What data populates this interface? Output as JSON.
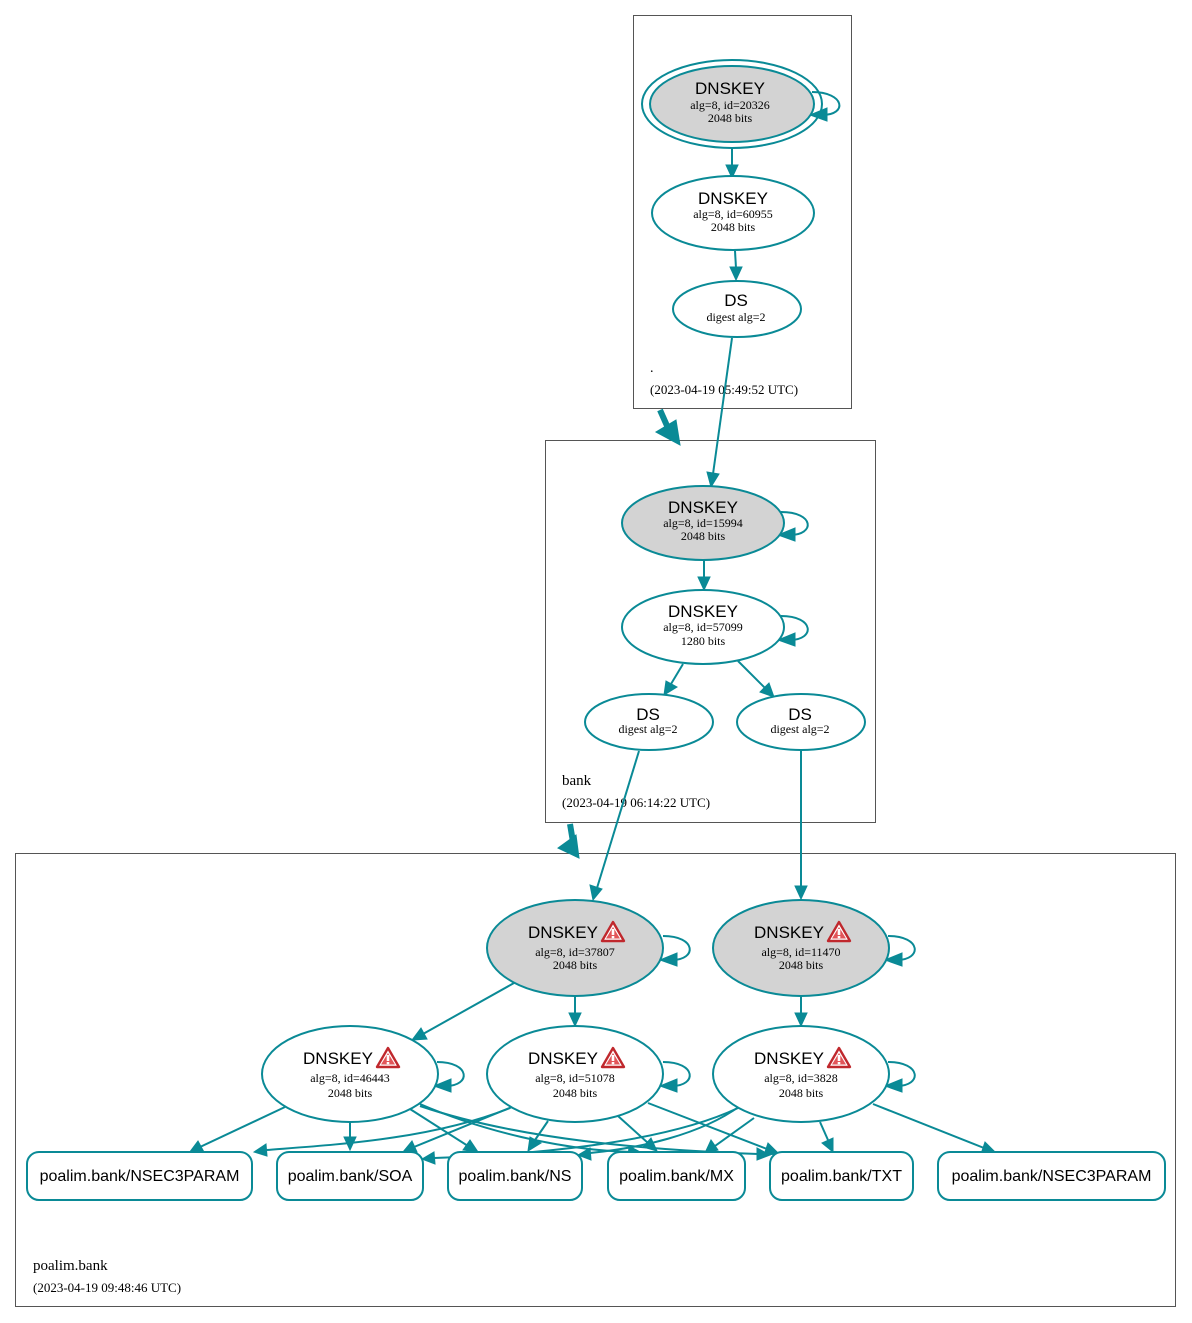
{
  "colors": {
    "edge": "#0a8a96",
    "ksk_fill": "#d3d3d3",
    "zone_border": "#555555",
    "warning": "#c0282d"
  },
  "zones": {
    "root": {
      "name": ".",
      "timestamp": "(2023-04-19 05:49:52 UTC)"
    },
    "bank": {
      "name": "bank",
      "timestamp": "(2023-04-19 06:14:22 UTC)"
    },
    "poalim": {
      "name": "poalim.bank",
      "timestamp": "(2023-04-19 09:48:46 UTC)"
    }
  },
  "nodes": {
    "root_ksk": {
      "title": "DNSKEY",
      "line1": "alg=8, id=20326",
      "line2": "2048 bits"
    },
    "root_zsk": {
      "title": "DNSKEY",
      "line1": "alg=8, id=60955",
      "line2": "2048 bits"
    },
    "root_ds": {
      "title": "DS",
      "line1": "digest alg=2"
    },
    "bank_ksk": {
      "title": "DNSKEY",
      "line1": "alg=8, id=15994",
      "line2": "2048 bits"
    },
    "bank_zsk": {
      "title": "DNSKEY",
      "line1": "alg=8, id=57099",
      "line2": "1280 bits"
    },
    "bank_ds1": {
      "title": "DS",
      "line1": "digest alg=2"
    },
    "bank_ds2": {
      "title": "DS",
      "line1": "digest alg=2"
    },
    "poalim_ksk1": {
      "title": "DNSKEY",
      "line1": "alg=8, id=37807",
      "line2": "2048 bits",
      "warning": "warning-icon"
    },
    "poalim_ksk2": {
      "title": "DNSKEY",
      "line1": "alg=8, id=11470",
      "line2": "2048 bits",
      "warning": "warning-icon"
    },
    "poalim_zsk1": {
      "title": "DNSKEY",
      "line1": "alg=8, id=46443",
      "line2": "2048 bits",
      "warning": "warning-icon"
    },
    "poalim_zsk2": {
      "title": "DNSKEY",
      "line1": "alg=8, id=51078",
      "line2": "2048 bits",
      "warning": "warning-icon"
    },
    "poalim_zsk3": {
      "title": "DNSKEY",
      "line1": "alg=8, id=3828",
      "line2": "2048 bits",
      "warning": "warning-icon"
    }
  },
  "records": {
    "nsec3param_a": "poalim.bank/NSEC3PARAM",
    "soa": "poalim.bank/SOA",
    "ns": "poalim.bank/NS",
    "mx": "poalim.bank/MX",
    "txt": "poalim.bank/TXT",
    "nsec3param_b": "poalim.bank/NSEC3PARAM"
  }
}
